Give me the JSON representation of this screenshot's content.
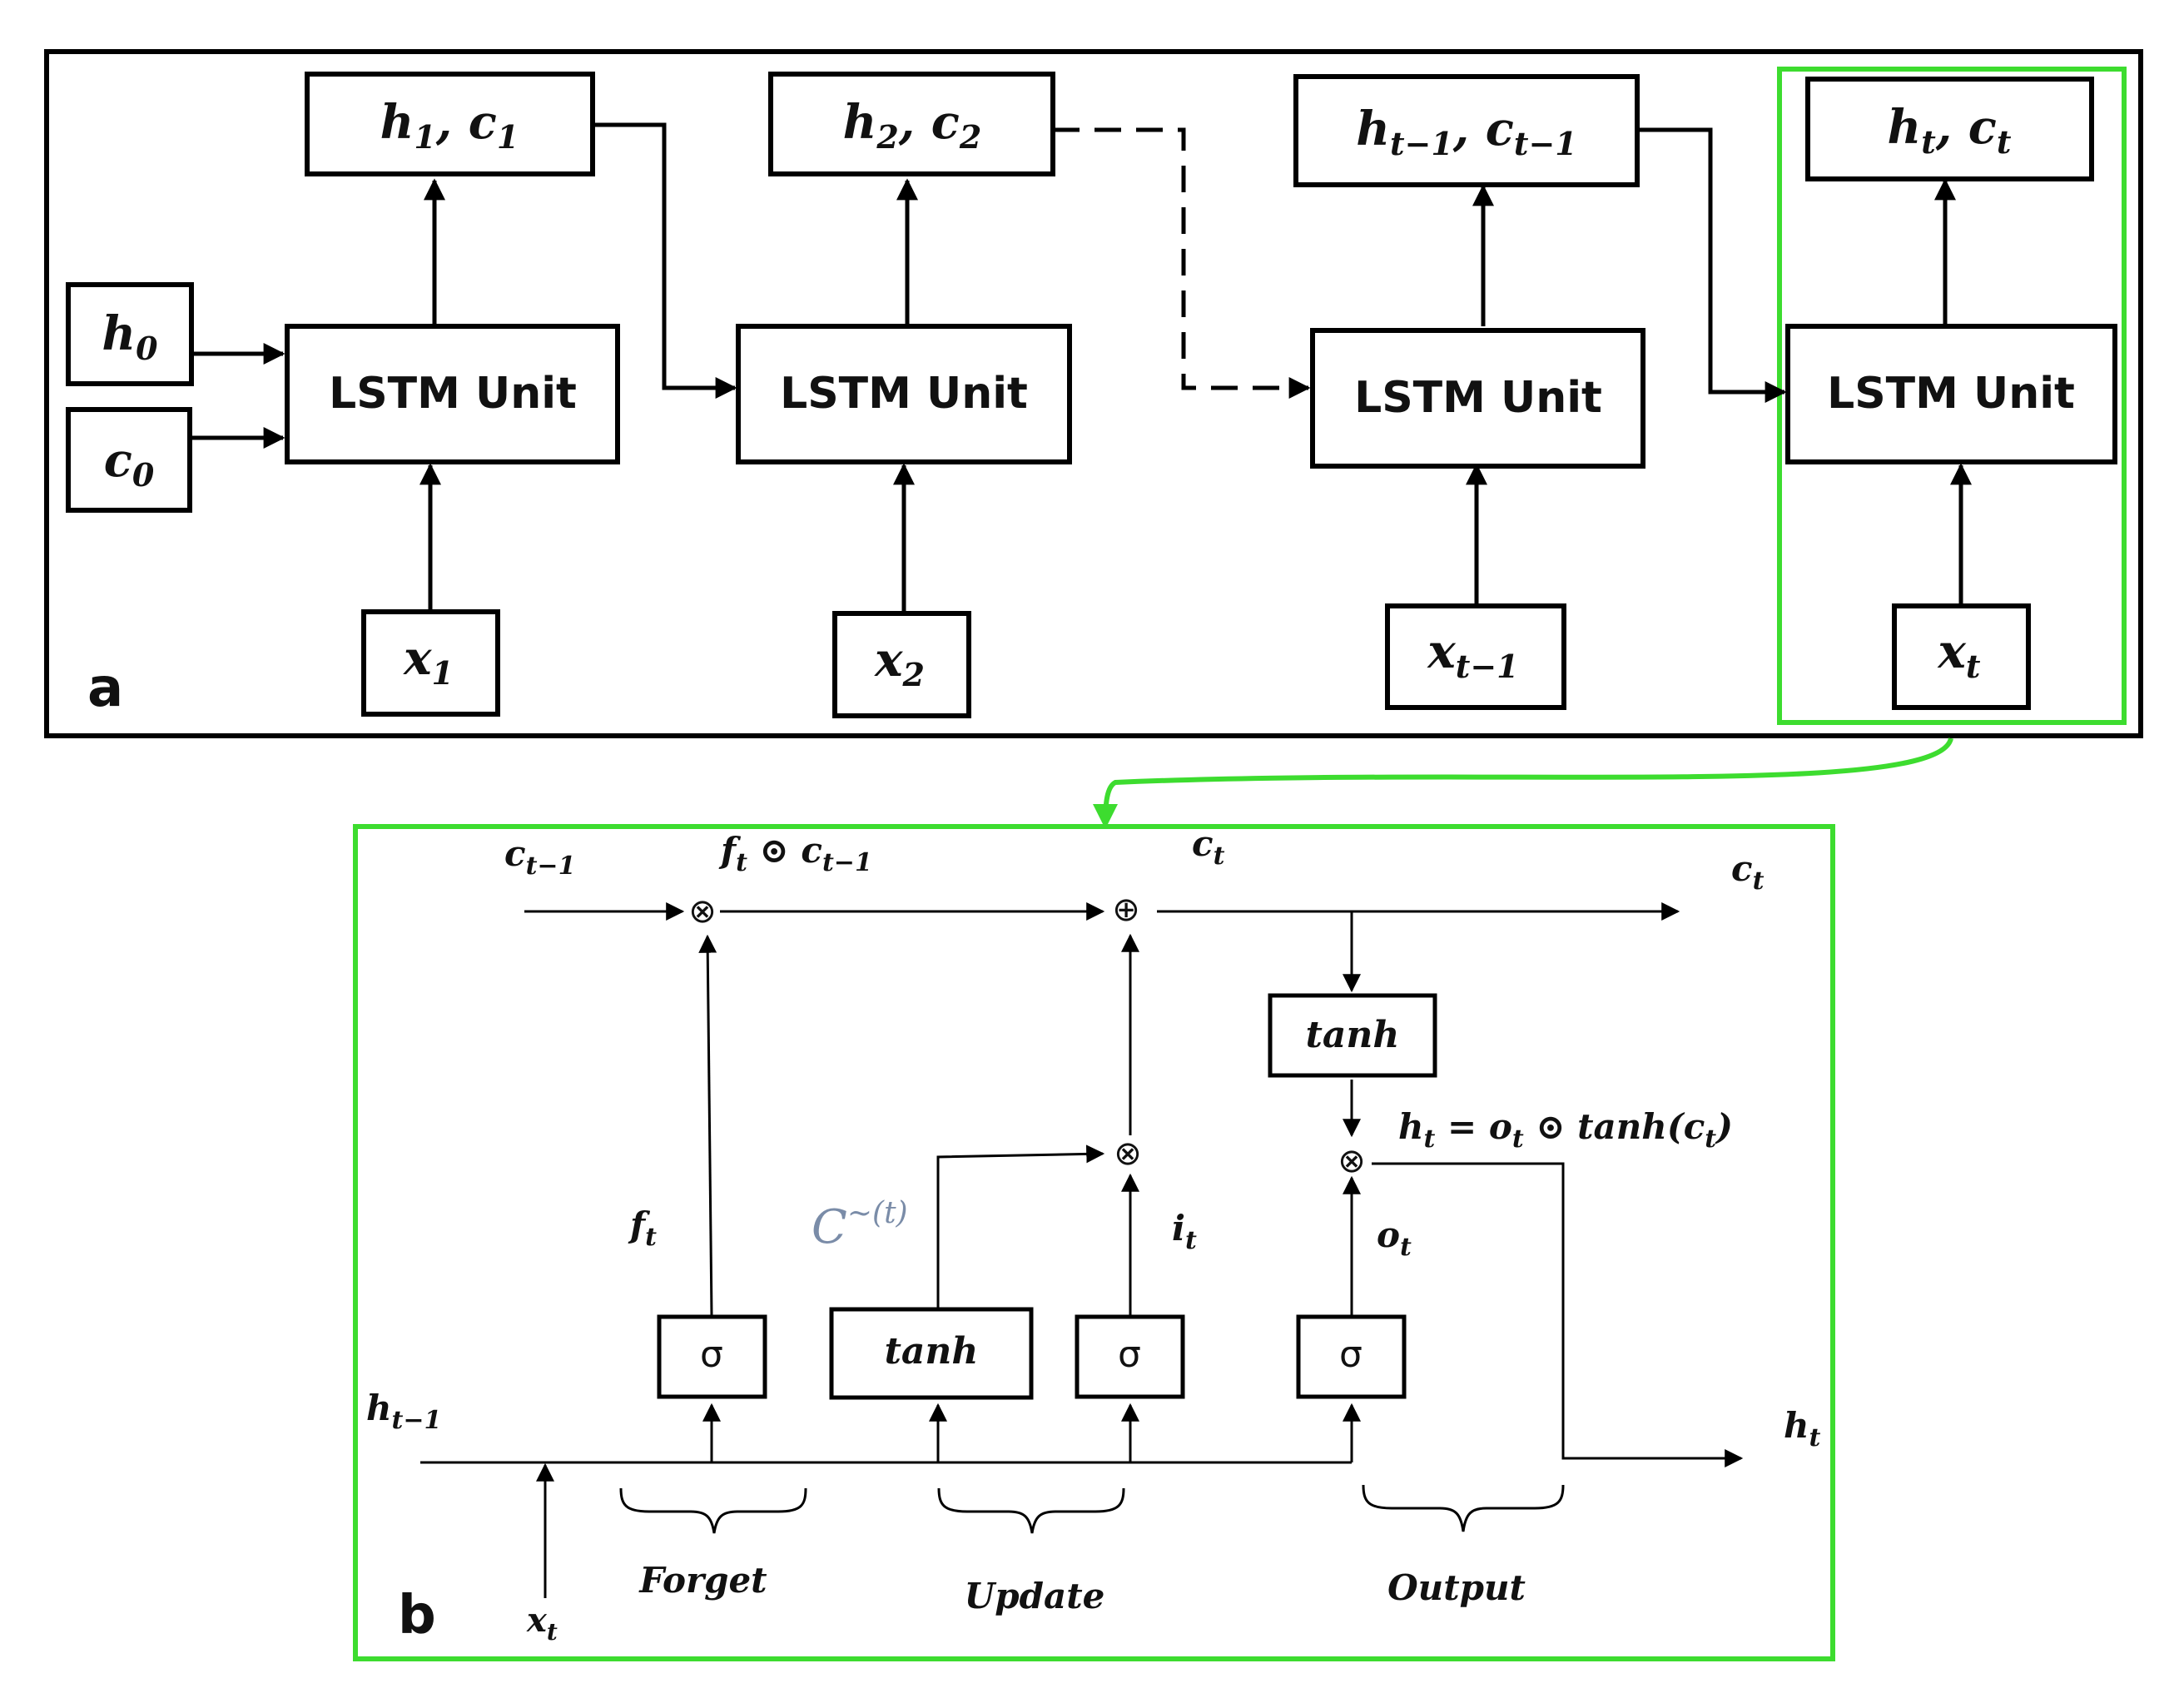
{
  "panel_a": {
    "label": "a",
    "unit_label": "LSTM Unit",
    "h0": {
      "base": "h",
      "sub": "0"
    },
    "c0": {
      "base": "c",
      "sub": "0"
    },
    "x1": {
      "base": "x",
      "sub": "1"
    },
    "x2": {
      "base": "x",
      "sub": "2"
    },
    "xt1": {
      "base": "x",
      "sub": "t−1"
    },
    "xt": {
      "base": "x",
      "sub": "t"
    },
    "out1": {
      "h": "h",
      "hs": "1",
      "sep": ", ",
      "c": "c",
      "cs": "1"
    },
    "out2": {
      "h": "h",
      "hs": "2",
      "sep": ", ",
      "c": "c",
      "cs": "2"
    },
    "out3": {
      "h": "h",
      "hs": "t−1",
      "sep": ", ",
      "c": "c",
      "cs": "t−1"
    },
    "out4": {
      "h": "h",
      "hs": "t",
      "sep": ", ",
      "c": "c",
      "cs": "t"
    }
  },
  "panel_b": {
    "label": "b",
    "c_in": {
      "base": "c",
      "sub": "t−1"
    },
    "fc": {
      "f": "f",
      "fs": "t",
      "op": " ⊙ ",
      "c": "c",
      "cs": "t−1"
    },
    "c_mid": {
      "base": "c",
      "sub": "t"
    },
    "c_out": {
      "base": "c",
      "sub": "t"
    },
    "h_in": {
      "base": "h",
      "sub": "t−1"
    },
    "x_in": {
      "base": "x",
      "sub": "t"
    },
    "h_out": {
      "base": "h",
      "sub": "t"
    },
    "f_t": {
      "base": "f",
      "sub": "t"
    },
    "i_t": {
      "base": "i",
      "sub": "t"
    },
    "o_t": {
      "base": "o",
      "sub": "t"
    },
    "c_tilde": {
      "base": "C",
      "sup": "~(t)"
    },
    "h_eq": {
      "h": "h",
      "hs": "t",
      "eq": " = ",
      "o": "o",
      "os": "t",
      "op": " ⊙ tanh(",
      "c": "c",
      "cs": "t",
      "close": ")"
    },
    "sigma": "σ",
    "tanh": "tanh",
    "mult": "⊗",
    "add": "⊕",
    "group_forget": "Forget",
    "group_update": "Update",
    "group_output": "Output"
  },
  "colors": {
    "highlight": "#3ddc2f",
    "ink": "#000000"
  }
}
